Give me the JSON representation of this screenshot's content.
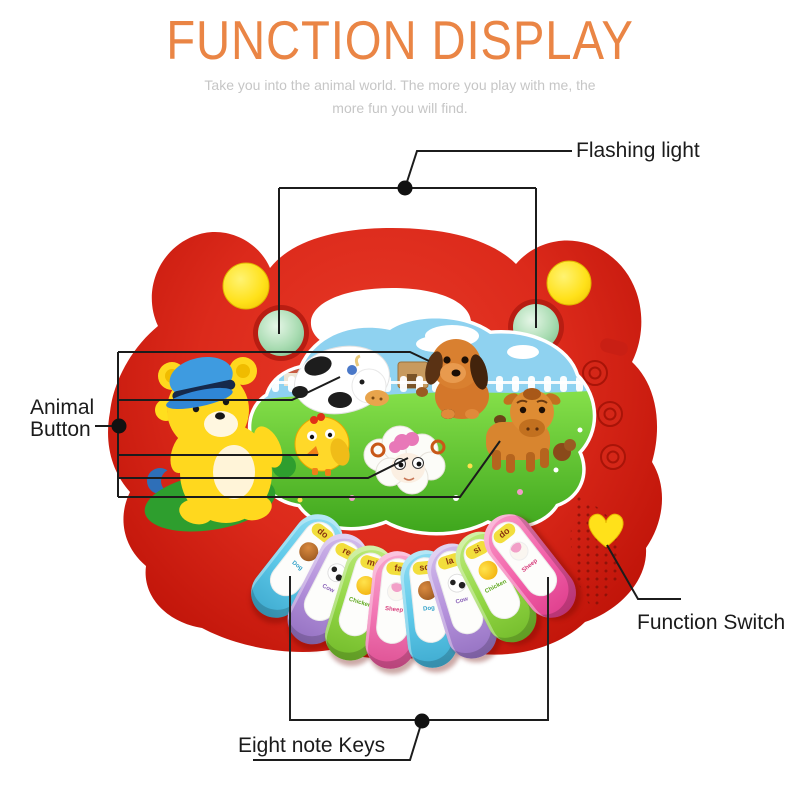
{
  "header": {
    "title": "FUNCTION DISPLAY",
    "subtitle_line1": "Take you into the animal world. The more you play with me, the",
    "subtitle_line2": "more fun you will find."
  },
  "callouts": {
    "flashing_light": "Flashing light",
    "animal_button_line1": "Animal",
    "animal_button_line2": "Button",
    "function_switch": "Function Switch",
    "eight_note_keys": "Eight note Keys"
  },
  "keyboard": {
    "keys": [
      {
        "note": "do",
        "animal": "Dog"
      },
      {
        "note": "re",
        "animal": "Cow"
      },
      {
        "note": "mi",
        "animal": "Chicken"
      },
      {
        "note": "fa",
        "animal": "Sheep"
      },
      {
        "note": "so",
        "animal": "Dog"
      },
      {
        "note": "la",
        "animal": "Cow"
      },
      {
        "note": "si",
        "animal": "Chicken"
      },
      {
        "note": "do",
        "animal": "Sheep"
      }
    ]
  },
  "panel_animals": [
    "cow",
    "dog",
    "chicken",
    "sheep",
    "calf"
  ],
  "colors": {
    "title_orange": "#EA8545",
    "subtitle_gray": "#C6C6C6",
    "callout_black": "#1B1B1B",
    "toy_red": "#DC2A1B",
    "button_yellow": "#FFE11A",
    "flashing_light_green": "#A9DCB2",
    "heart_yellow": "#FFE11A",
    "key_colors": [
      "#5EC9E9",
      "#B491DB",
      "#92D644",
      "#F276B4",
      "#5EC9E9",
      "#B491DB",
      "#92D644",
      "#F25FA8"
    ]
  }
}
